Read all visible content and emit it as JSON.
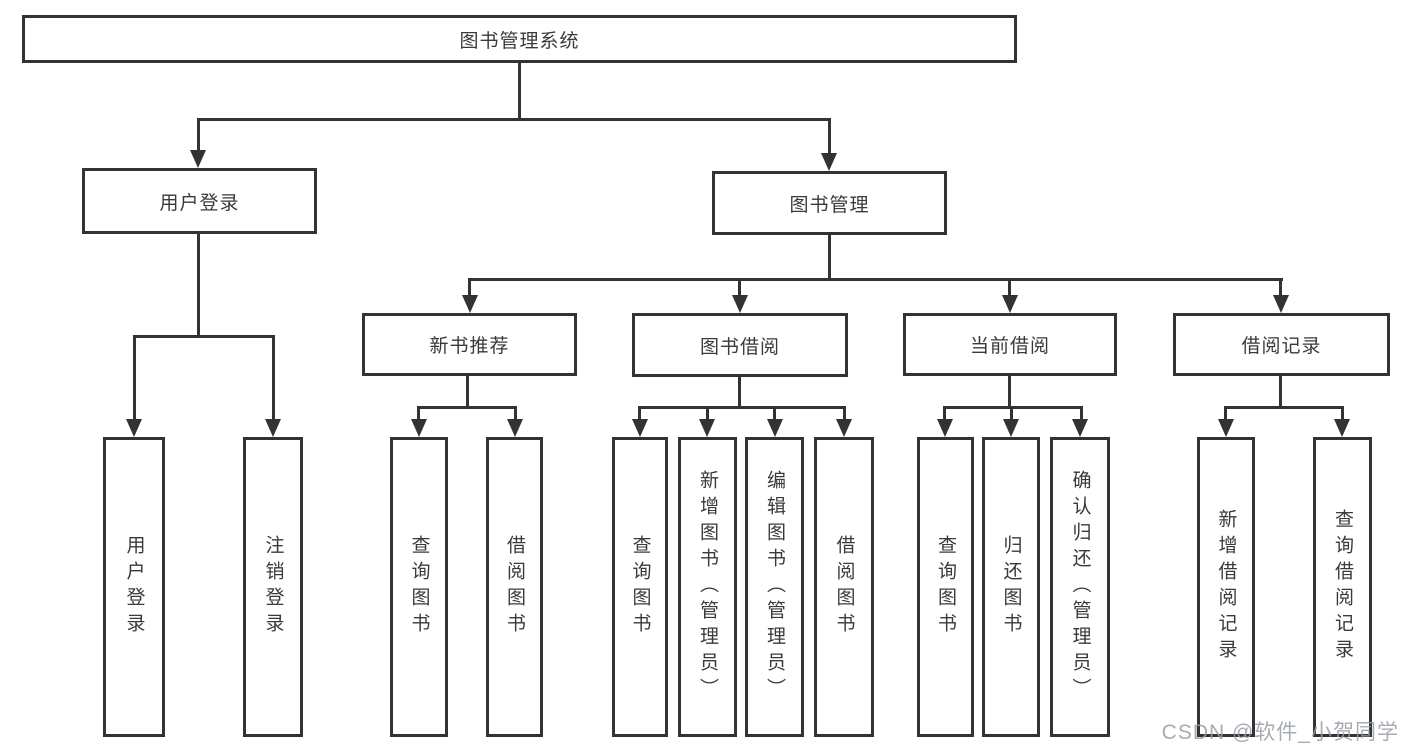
{
  "tree": {
    "root": "图书管理系统",
    "level2": [
      {
        "label": "用户登录",
        "leaves": [
          "用户登录",
          "注销登录"
        ]
      },
      {
        "label": "图书管理",
        "groups": [
          {
            "label": "新书推荐",
            "leaves": [
              "查询图书",
              "借阅图书"
            ]
          },
          {
            "label": "图书借阅",
            "leaves": [
              "查询图书",
              "新增图书（管理员）",
              "编辑图书（管理员）",
              "借阅图书"
            ]
          },
          {
            "label": "当前借阅",
            "leaves": [
              "查询图书",
              "归还图书",
              "确认归还（管理员）"
            ]
          },
          {
            "label": "借阅记录",
            "leaves": [
              "新增借阅记录",
              "查询借阅记录"
            ]
          }
        ]
      }
    ]
  },
  "watermark": "CSDN @软件_小贺同学",
  "colors": {
    "line": "#333333",
    "text": "#3a3a3a",
    "background": "#ffffff",
    "watermark": "#989da4"
  }
}
